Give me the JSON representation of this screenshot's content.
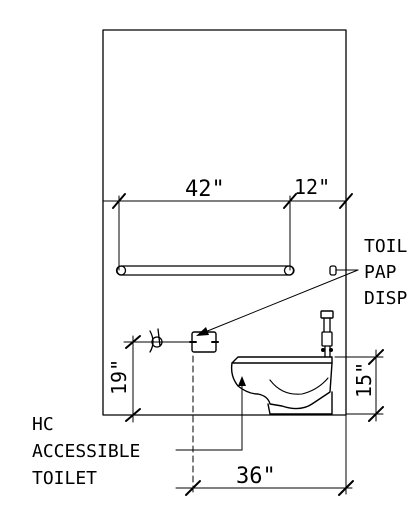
{
  "dimensions": {
    "grab_bar_length": "42\"",
    "grab_bar_offset": "12\"",
    "bar_height": "19\"",
    "seat_height": "15\"",
    "toilet_centerline": "36\""
  },
  "callouts": {
    "tissue_dispenser": [
      "TOIL",
      "PAP",
      "DISP"
    ],
    "toilet": [
      "HC",
      "ACCESSIBLE",
      "TOILET"
    ]
  }
}
